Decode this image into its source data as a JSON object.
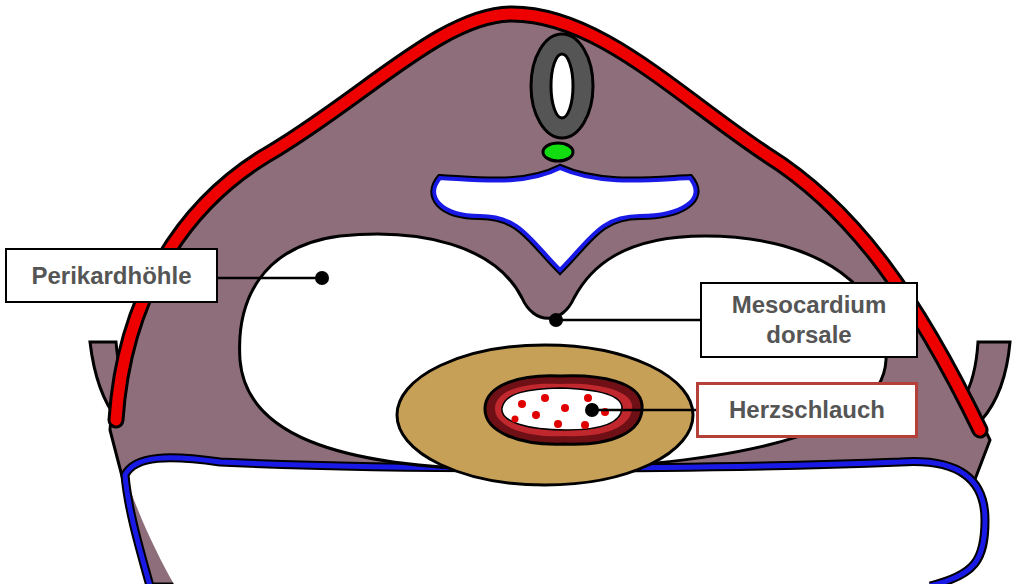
{
  "diagram": {
    "nodes": [
      {
        "text": [
          "Perikardhöhle"
        ]
      },
      {
        "text": [
          "Mesocardium dorsale"
        ]
      },
      {
        "text": [
          "Herzschlauch"
        ]
      }
    ]
  }
}
